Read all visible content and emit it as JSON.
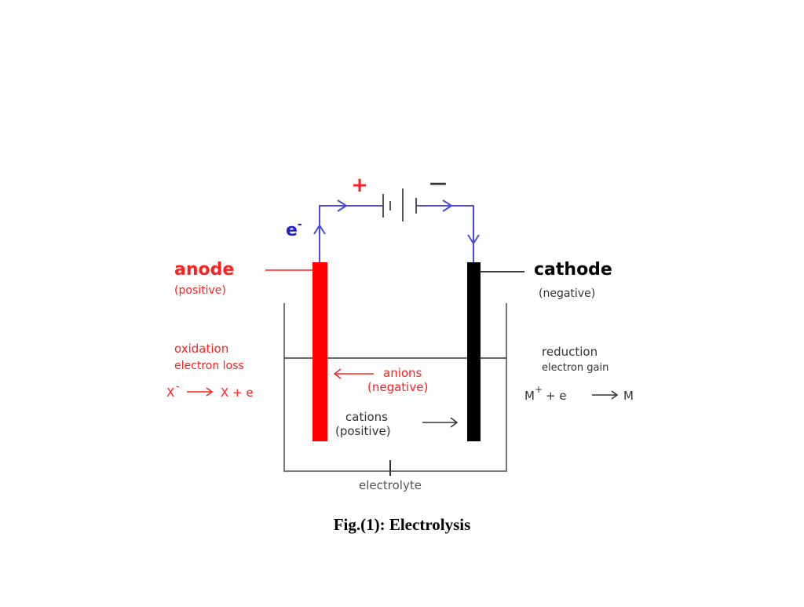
{
  "diagram": {
    "battery_plus": "+",
    "battery_minus": "—",
    "electron_label": "e",
    "electron_sup": "-",
    "anode": {
      "title": "anode",
      "subtitle": "(positive)"
    },
    "cathode": {
      "title": "cathode",
      "subtitle": "(negative)"
    },
    "anode_process": {
      "line1": "oxidation",
      "line2": "electron loss",
      "eq_x": "X",
      "eq_sup": "-",
      "eq_rhs": "X + e"
    },
    "cathode_process": {
      "line1": "reduction",
      "line2": "electron gain",
      "eq_m": "M",
      "eq_sup": "+",
      "eq_rhs": "+ e",
      "eq_product": "M"
    },
    "anions": {
      "line1": "anions",
      "line2": "(negative)"
    },
    "cations": {
      "line1": "cations",
      "line2": "(positive)"
    },
    "electrolyte": "electrolyte",
    "colors": {
      "anode": "#ff0000",
      "cathode": "#000000",
      "wire": "#4a4ae0",
      "label_red": "#ff2020",
      "label_gray": "#555555",
      "container": "#666666"
    }
  },
  "caption": "Fig.(1): Electrolysis"
}
